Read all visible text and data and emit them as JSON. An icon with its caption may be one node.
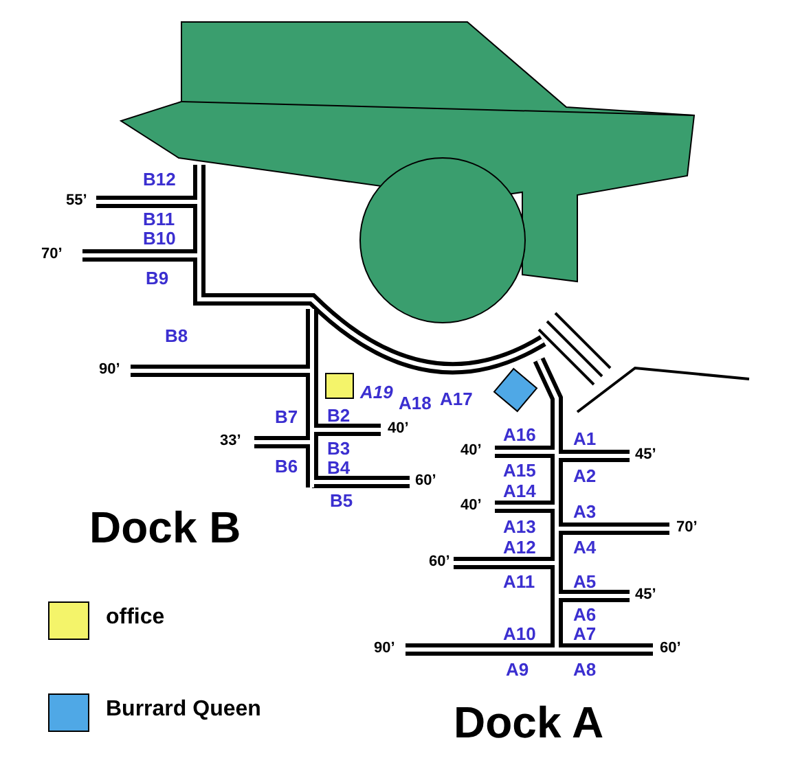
{
  "diagram": {
    "labels": [
      "B12",
      "55’",
      "B11",
      "B10",
      "70’",
      "B9",
      "B8",
      "90’",
      "A19",
      "A18",
      "A17",
      "B7",
      "B2",
      "40’",
      "33’",
      "B3",
      "B6",
      "B4",
      "60’",
      "B5",
      "A16",
      "A1",
      "40’",
      "45’",
      "A15",
      "A2",
      "A14",
      "40’",
      "A3",
      "A13",
      "70’",
      "Dock B",
      "A12",
      "A4",
      "60’",
      "A11",
      "A5",
      "45’",
      "A6",
      "A10",
      "A7",
      "90’",
      "60’",
      "A9",
      "A8",
      "Dock A"
    ],
    "legend": [
      {
        "text": "office",
        "color": "#f4f46a"
      },
      {
        "text": "Burrard Queen",
        "color": "#4fa8e6"
      }
    ]
  }
}
